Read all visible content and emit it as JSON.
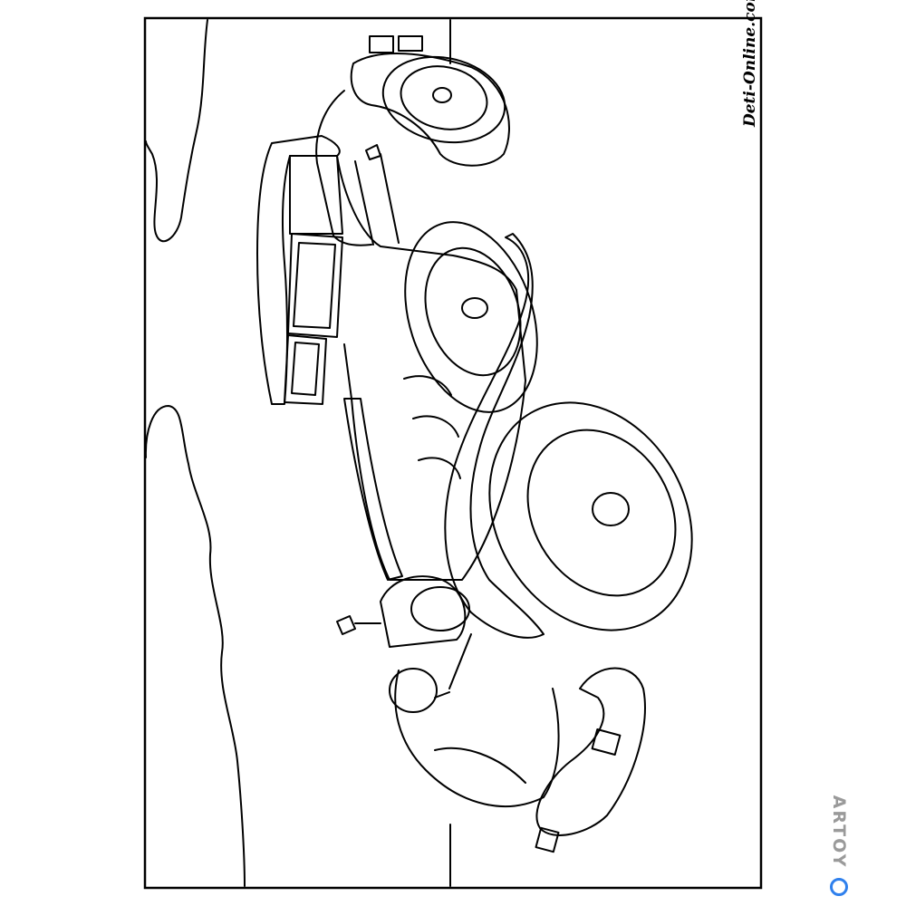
{
  "page": {
    "subject": "coloring-page-vintage-car",
    "line_color": "#000000",
    "background_color": "#ffffff"
  },
  "watermark": {
    "site_text": "Deti-Online.com",
    "brand_text": "ARTOY",
    "brand_color": "#9a9a9a",
    "brand_accent_color": "#2f80ed"
  }
}
